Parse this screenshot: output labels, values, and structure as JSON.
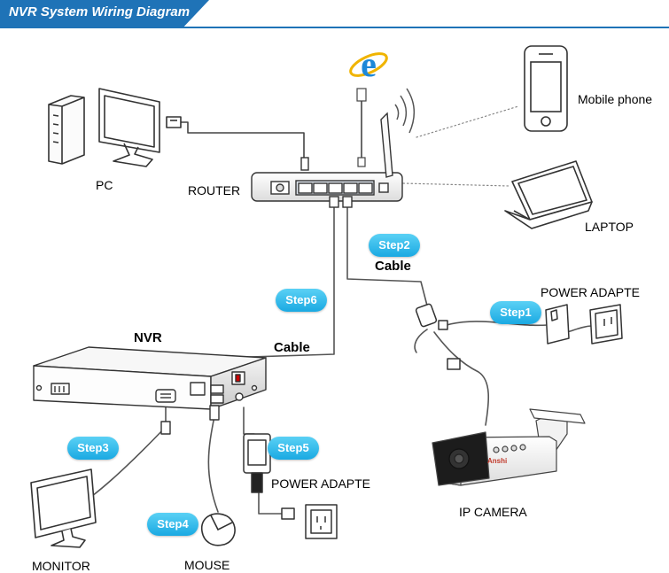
{
  "title": "NVR System Wiring Diagram",
  "devices": {
    "pc": "PC",
    "router": "ROUTER",
    "mobile_phone": "Mobile phone",
    "laptop": "LAPTOP",
    "nvr": "NVR",
    "monitor": "MONITOR",
    "mouse": "MOUSE",
    "ip_camera": "IP  CAMERA",
    "power_adapter_camera": "POWER ADAPTE",
    "power_adapter_nvr": "POWER ADAPTE"
  },
  "cables": {
    "router_to_camera": "Cable",
    "router_to_nvr": "Cable"
  },
  "steps": {
    "step1": "Step1",
    "step2": "Step2",
    "step3": "Step3",
    "step4": "Step4",
    "step5": "Step5",
    "step6": "Step6"
  },
  "camera_brand": "Anshi",
  "colors": {
    "title_bg": "#1f73b7",
    "step_bg": "#1aa9e2",
    "browser_icon": "#1e88d8"
  },
  "icons": {
    "browser": "internet-explorer-icon",
    "wifi": "wifi-signal-icon"
  }
}
